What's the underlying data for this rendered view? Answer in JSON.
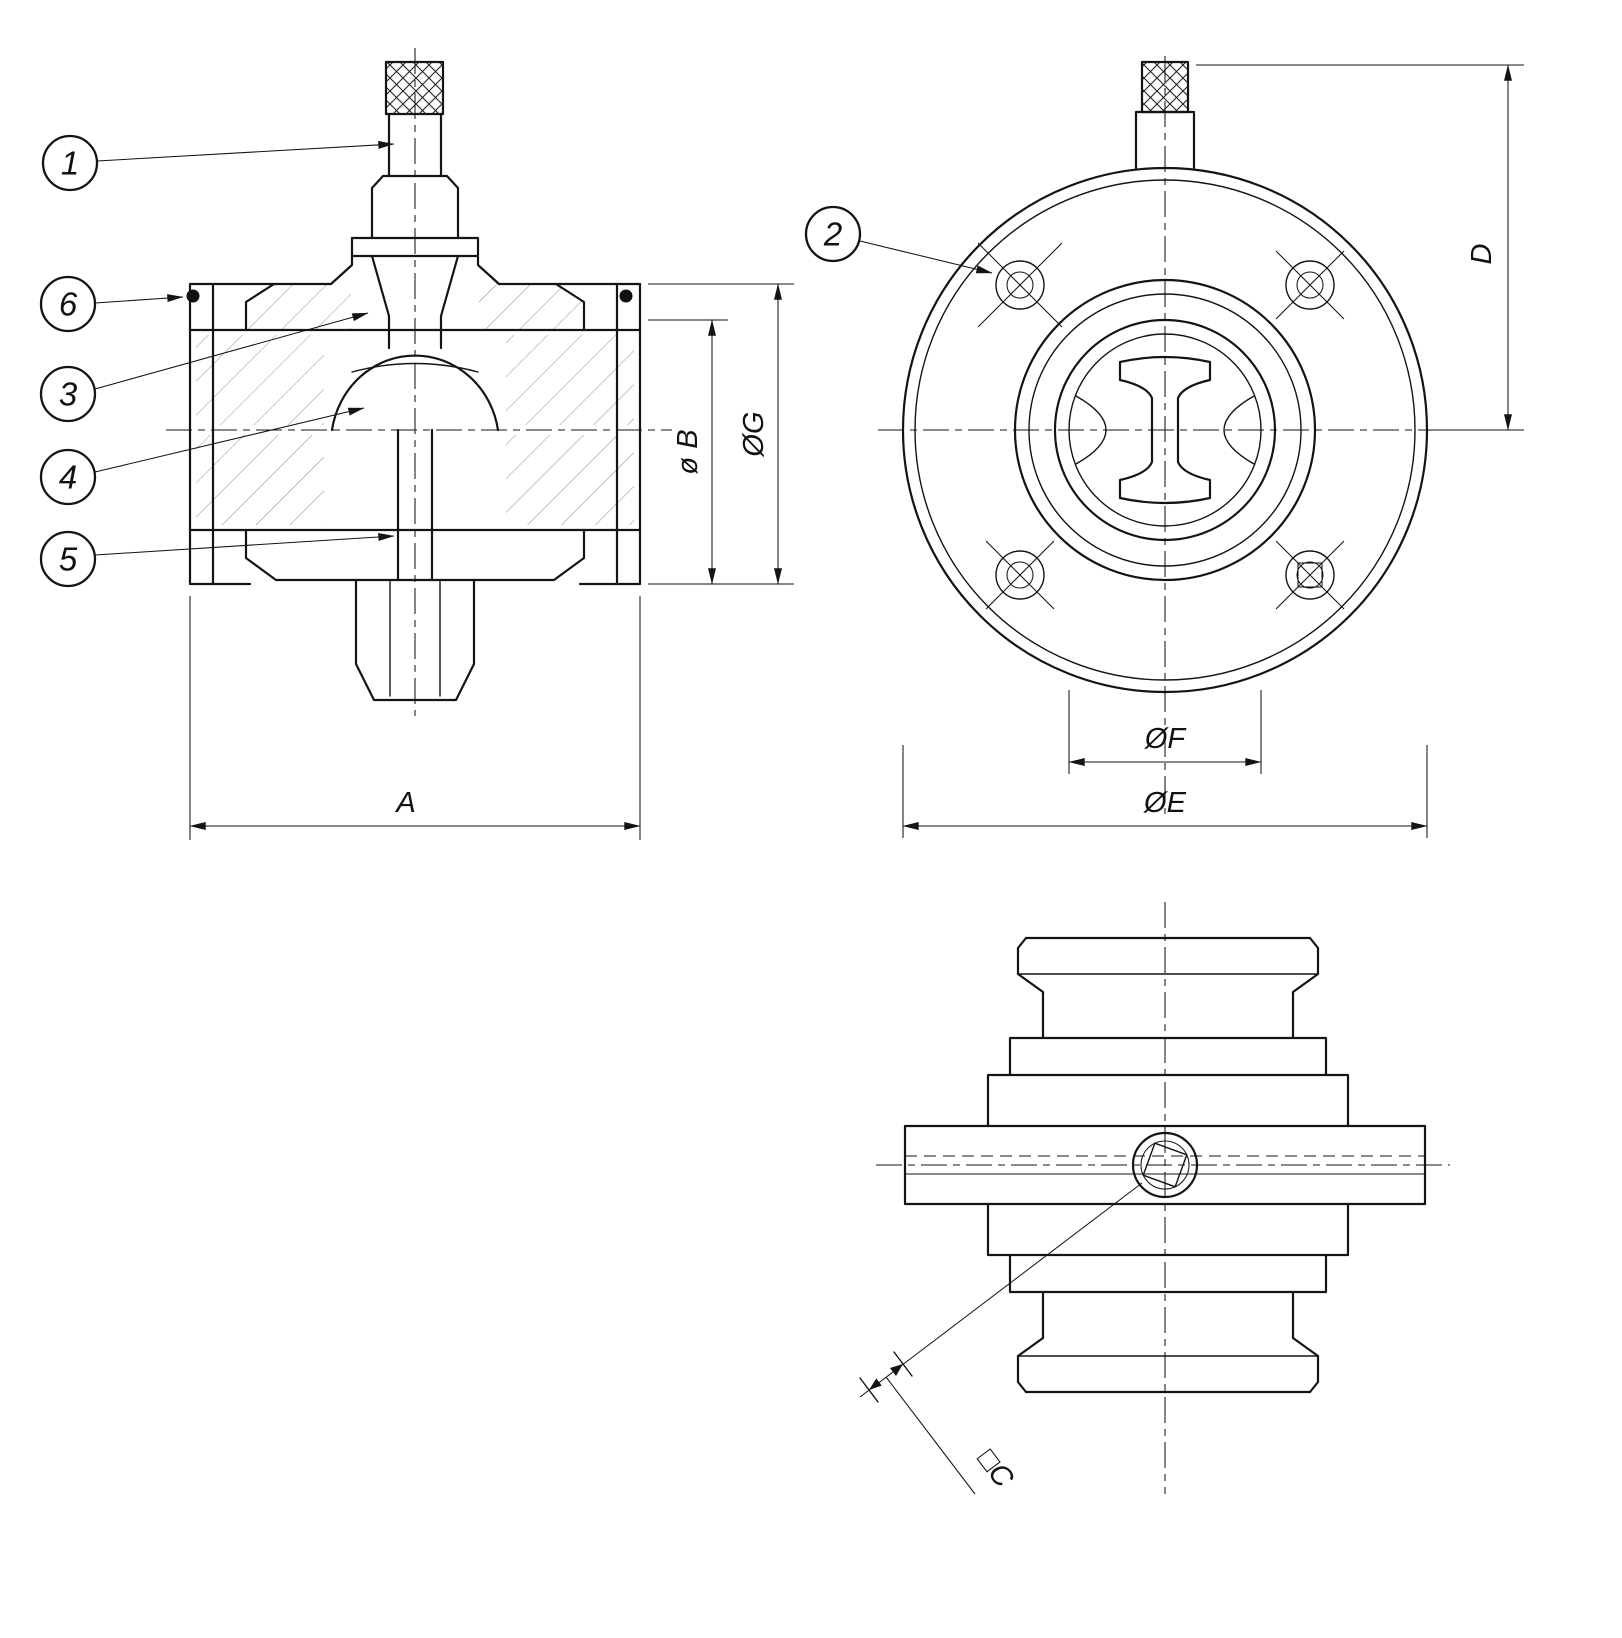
{
  "callouts": [
    {
      "label": "1"
    },
    {
      "label": "2"
    },
    {
      "label": "3"
    },
    {
      "label": "4"
    },
    {
      "label": "5"
    },
    {
      "label": "6"
    }
  ],
  "dimensions": {
    "side": {
      "overall_length": "A",
      "bore": "ø B",
      "flange_od": "ØG"
    },
    "front": {
      "height": "D",
      "port_dia": "ØF",
      "body_dia": "ØE"
    },
    "top": {
      "stem_square": "□C"
    }
  }
}
